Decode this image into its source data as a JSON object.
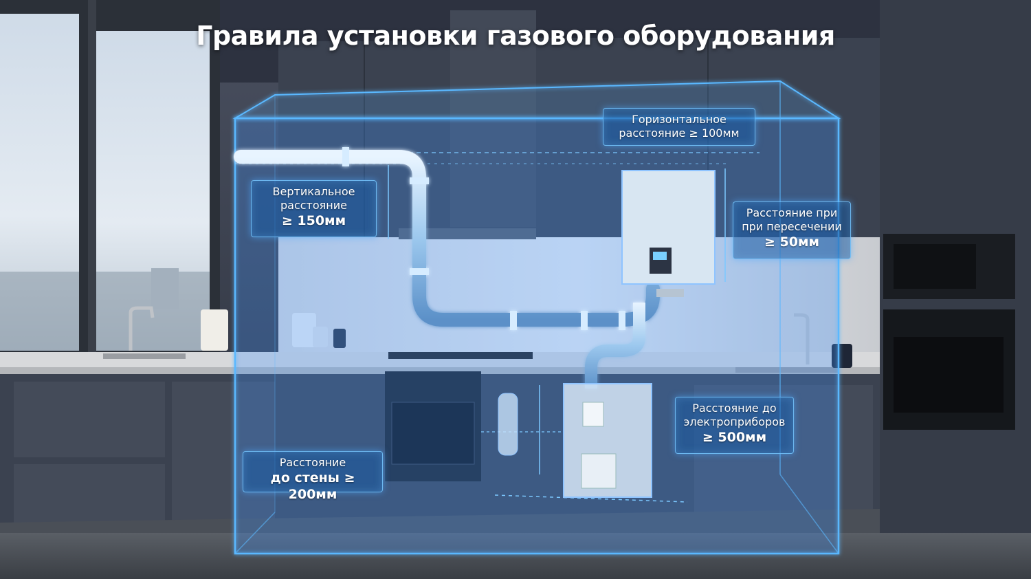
{
  "title": "Гравила установки газового оборудования",
  "labels": {
    "horizontal": {
      "line1": "Горизонтальное",
      "line2": "расстояние ≥ 100мм"
    },
    "vertical": {
      "line1": "Вертикальное",
      "line2": "расстояние",
      "line3": "≥ 150мм"
    },
    "crossing": {
      "line1": "Расстояние при",
      "line2": "при пересечении",
      "line3": "≥ 50мм"
    },
    "electric": {
      "line1": "Расстояние до",
      "line2": "электроприборов",
      "line3": "≥ 500мм"
    },
    "wall": {
      "line1": "Расстояние",
      "line2": "до стены ≥ 200мм"
    }
  },
  "colors": {
    "glow": "#5ab8ff",
    "panel": "#1e5aa0",
    "cabinet": "#3a4150",
    "wall": "#c9ccd2"
  }
}
